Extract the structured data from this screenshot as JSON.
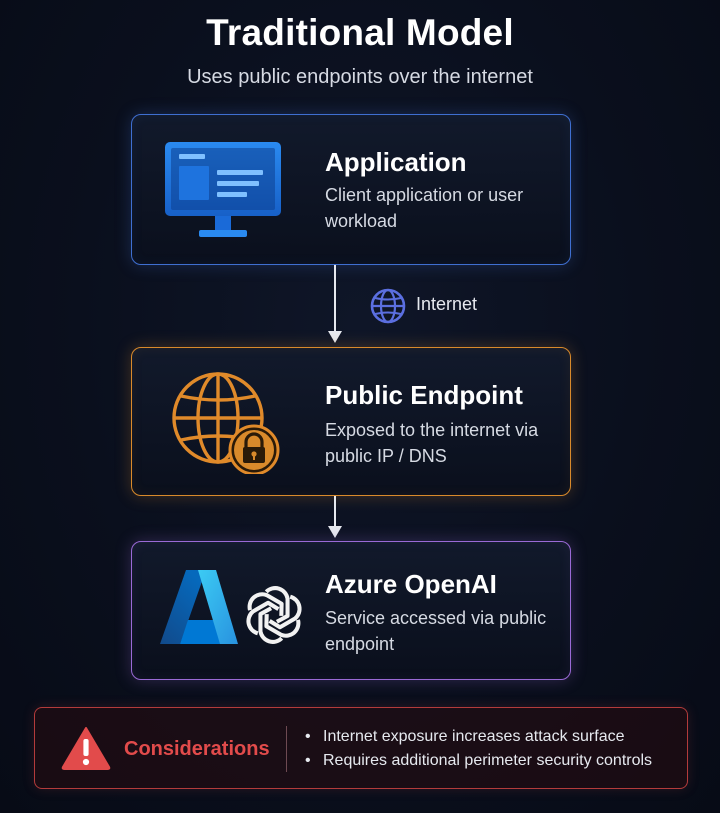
{
  "header": {
    "title": "Traditional Model",
    "subtitle": "Uses public endpoints over the internet"
  },
  "nodes": [
    {
      "title": "Application",
      "description": "Client application or user workload",
      "icon": "monitor-icon",
      "border_color": "#3f6fd1"
    },
    {
      "title": "Public Endpoint",
      "description": "Exposed to the internet via public IP / DNS",
      "icon": "globe-lock-icon",
      "border_color": "#d98a2b"
    },
    {
      "title": "Azure OpenAI",
      "description": "Service accessed via public endpoint",
      "icon": "azure-openai-logos",
      "border_color": "#9a6ad6"
    }
  ],
  "connector": {
    "label": "Internet",
    "icon": "globe-icon",
    "icon_color": "#5b6fe0"
  },
  "considerations": {
    "title": "Considerations",
    "icon": "warning-icon",
    "color": "#e24b4b",
    "items": [
      "Internet exposure increases attack surface",
      "Requires additional perimeter security controls"
    ]
  }
}
